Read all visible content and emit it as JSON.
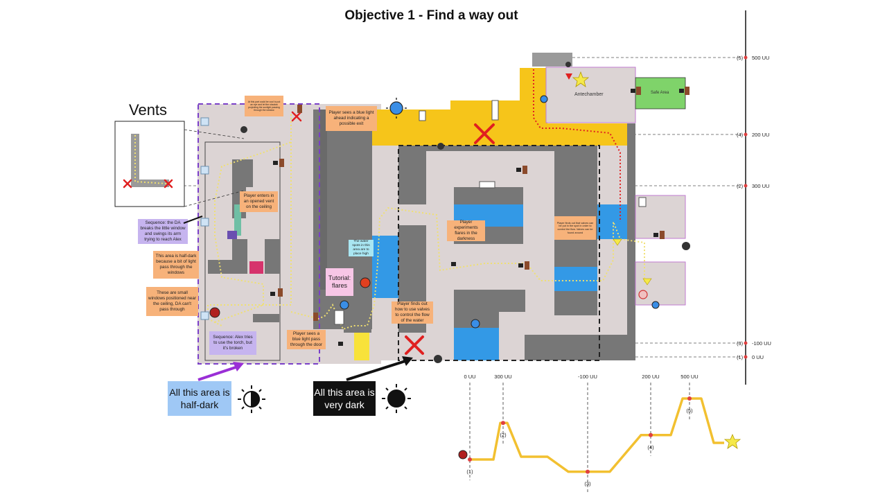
{
  "title": "Objective 1 - Find a way out",
  "vents": {
    "label": "Vents"
  },
  "rooms": {
    "antechamber": "Antechamber",
    "safe_area": "Safe Area"
  },
  "notes": {
    "n_top_tiny": "At this part could be cool to put an eye and let the shadow projecting the sunlight passing through the window",
    "n_blue_light_exit": "Player sees a blue light ahead indicating a possible exit",
    "n_vent_ceiling": "Player enters in an opened vent on the ceiling",
    "n_sequence_da": "Sequence: the DA breaks the little window and swings its arm trying to reach Alex",
    "n_half_dark": "This area is half-dark because a bit of light pass through the windows",
    "n_small_windows": "These are small windows positioned near the ceiling, DA can't pass through",
    "n_sequence_torch": "Sequence: Alex tries to use the torch, but it's broken",
    "n_blue_light_door": "Player sees a blue light pass through the door",
    "n_water_spots": "The water spots in this area are to place high",
    "n_tutorial": "Tutorial: flares",
    "n_valves": "Player finds out how to use valves to control the flow of the water",
    "n_flares": "Player experiments flares in the darkness",
    "n_right_tiny": "Player finds out that valves can be put in the spot in order to control the flow. Valves can be found around"
  },
  "area_labels": {
    "half_dark": "All this area is half-dark",
    "very_dark": "All this area is very dark"
  },
  "height_scale": [
    {
      "id": "(5)",
      "label": "500 UU"
    },
    {
      "id": "(4)",
      "label": "200 UU"
    },
    {
      "id": "(2)",
      "label": "300 UU"
    },
    {
      "id": "(3)",
      "label": "-100 UU"
    },
    {
      "id": "(1)",
      "label": "0 UU"
    }
  ],
  "chart_data": {
    "type": "line",
    "title": "",
    "xlabel": "",
    "ylabel": "",
    "points": [
      {
        "marker": "(1)",
        "label": "0 UU",
        "value": 0
      },
      {
        "marker": "(2)",
        "label": "300 UU",
        "value": 300
      },
      {
        "marker": "(3)",
        "label": "-100 UU",
        "value": -100
      },
      {
        "marker": "(4)",
        "label": "200 UU",
        "value": 200
      },
      {
        "marker": "(5)",
        "label": "500 UU",
        "value": 500
      }
    ],
    "line_color": "#f2c030",
    "marker_color": "#e04040"
  },
  "colors": {
    "floor": "#dcd4d4",
    "wall": "#777777",
    "yellow_zone": "#f6c51a",
    "light_yellow": "#f8e23a",
    "water": "#3399e6",
    "safe_green": "#7fd36a",
    "vent_grey": "#9a9a9a",
    "path_dots": "#f0e070",
    "red_path": "#e02020",
    "room_border": "#c07ad0",
    "dark_dashed": "#222222",
    "purple_dashed": "#7a3fc8"
  },
  "icons": [
    "red-x-icon",
    "lock-icon",
    "door-icon",
    "window-icon",
    "blue-light-icon",
    "red-light-icon",
    "star-icon",
    "enemy-icon",
    "player-icon",
    "camera-icon",
    "valve-icon",
    "sun-icon",
    "half-sun-icon",
    "dark-sun-icon"
  ]
}
